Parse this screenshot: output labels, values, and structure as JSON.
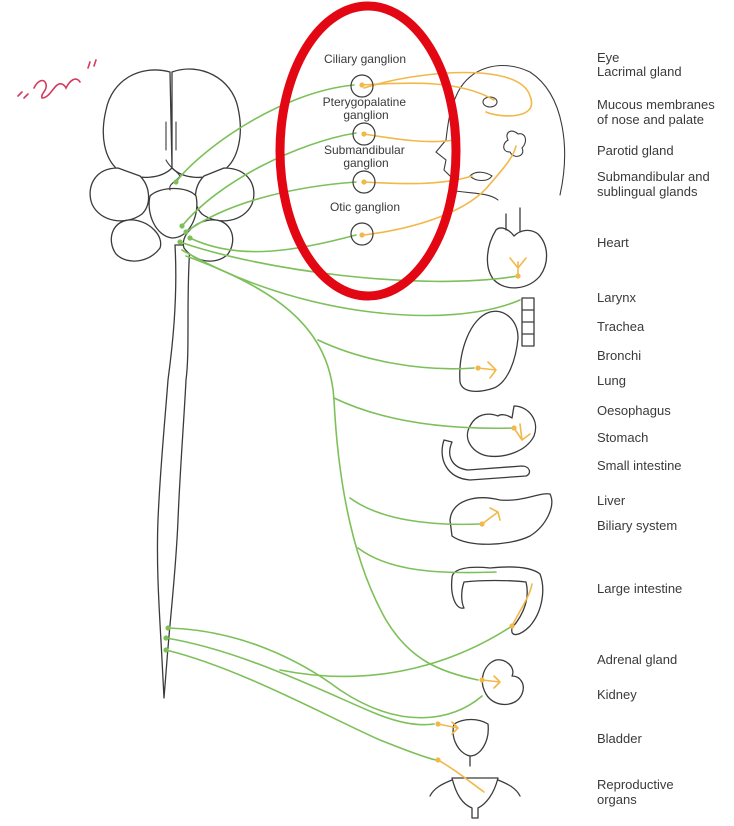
{
  "colors": {
    "preganglionic": "#7dc05a",
    "postganglionic": "#f2b84a",
    "highlight": "#e30613",
    "scribble": "#d33a5c"
  },
  "ganglia": [
    {
      "id": "ciliary",
      "lines": [
        "Ciliary ganglion"
      ]
    },
    {
      "id": "pterygopalatine",
      "lines": [
        "Pterygopalatine",
        "ganglion"
      ]
    },
    {
      "id": "submandibular",
      "lines": [
        "Submandibular",
        "ganglion"
      ]
    },
    {
      "id": "otic",
      "lines": [
        "Otic ganglion"
      ]
    }
  ],
  "targets": [
    {
      "id": "eye",
      "lines": [
        "Eye",
        "Lacrimal gland"
      ]
    },
    {
      "id": "mucous",
      "lines": [
        "Mucous membranes",
        "of nose and palate"
      ]
    },
    {
      "id": "parotid",
      "lines": [
        "Parotid gland"
      ]
    },
    {
      "id": "submandibular-glands",
      "lines": [
        "Submandibular and",
        "sublingual glands"
      ]
    },
    {
      "id": "heart",
      "lines": [
        "Heart"
      ]
    },
    {
      "id": "larynx",
      "lines": [
        "Larynx"
      ]
    },
    {
      "id": "trachea",
      "lines": [
        "Trachea"
      ]
    },
    {
      "id": "bronchi",
      "lines": [
        "Bronchi"
      ]
    },
    {
      "id": "lung",
      "lines": [
        "Lung"
      ]
    },
    {
      "id": "oesophagus",
      "lines": [
        "Oesophagus"
      ]
    },
    {
      "id": "stomach",
      "lines": [
        "Stomach"
      ]
    },
    {
      "id": "small-intestine",
      "lines": [
        "Small intestine"
      ]
    },
    {
      "id": "liver",
      "lines": [
        "Liver"
      ]
    },
    {
      "id": "biliary",
      "lines": [
        "Biliary system"
      ]
    },
    {
      "id": "large-intestine",
      "lines": [
        "Large intestine"
      ]
    },
    {
      "id": "adrenal",
      "lines": [
        "Adrenal gland"
      ]
    },
    {
      "id": "kidney",
      "lines": [
        "Kidney"
      ]
    },
    {
      "id": "bladder",
      "lines": [
        "Bladder"
      ]
    },
    {
      "id": "reproductive",
      "lines": [
        "Reproductive",
        "organs"
      ]
    }
  ]
}
